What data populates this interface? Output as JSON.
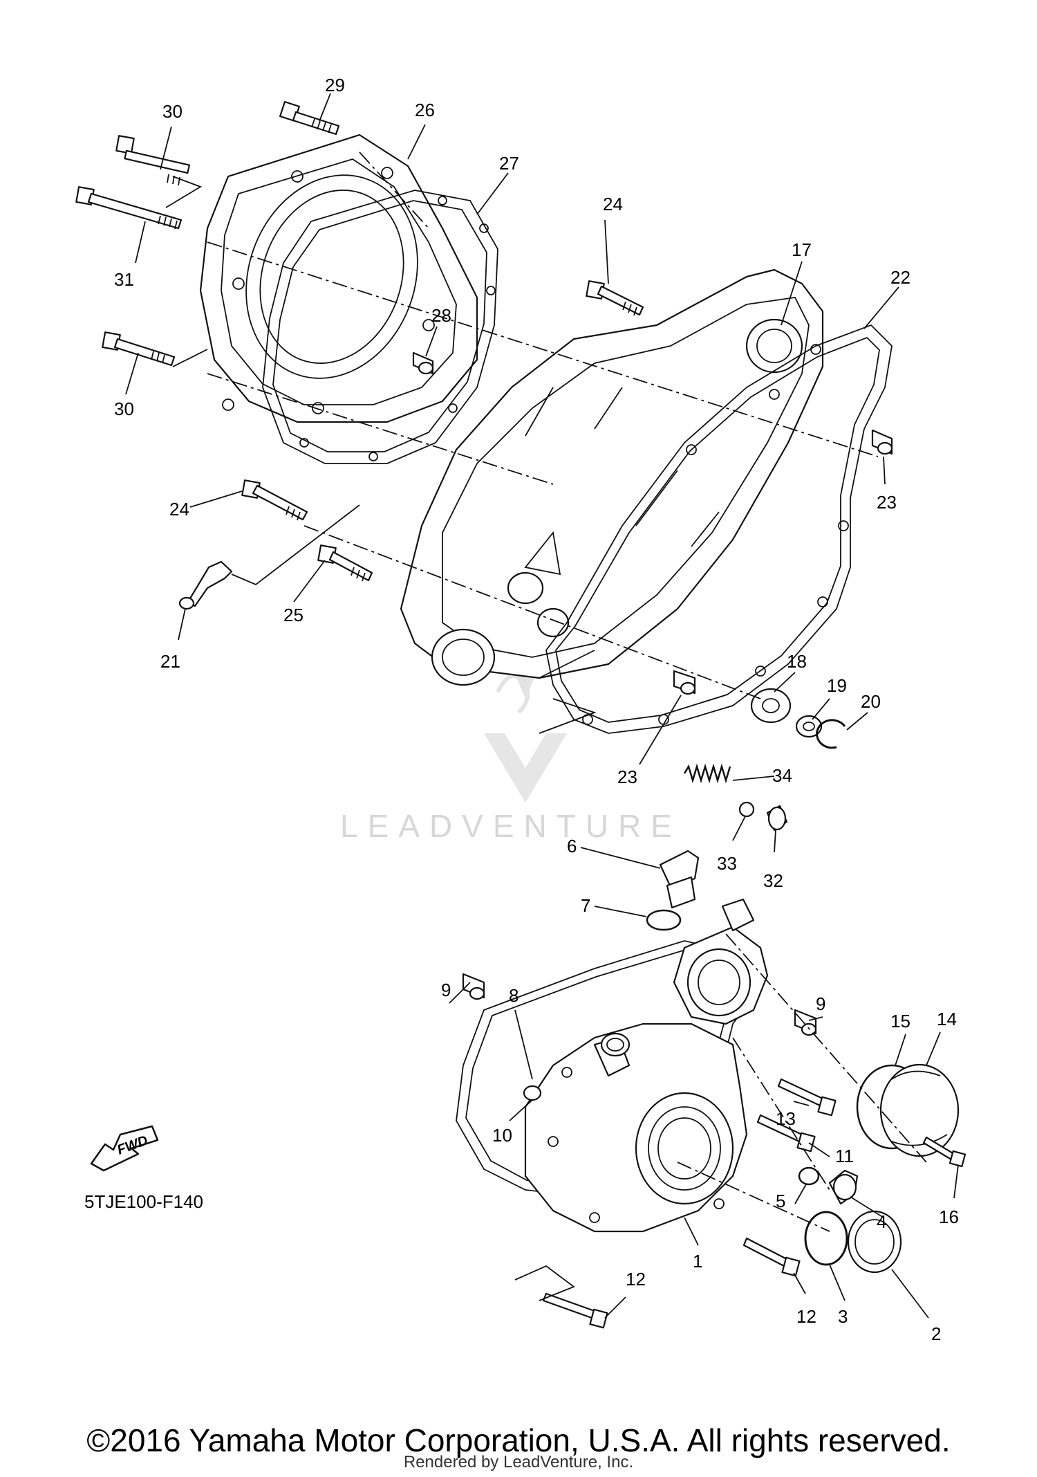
{
  "diagram": {
    "code": "5TJE100-F140",
    "watermark": "LEADVENTURE",
    "fwd_label": "FWD",
    "callouts": [
      "29",
      "30",
      "26",
      "27",
      "31",
      "28",
      "30",
      "24",
      "17",
      "22",
      "23",
      "24",
      "25",
      "21",
      "18",
      "19",
      "20",
      "23",
      "34",
      "33",
      "32",
      "6",
      "7",
      "9",
      "8",
      "9",
      "15",
      "14",
      "13",
      "10",
      "11",
      "5",
      "4",
      "16",
      "12",
      "1",
      "3",
      "2",
      "12"
    ]
  },
  "footer": {
    "copyright": "©2016 Yamaha Motor Corporation, U.S.A. All rights reserved.",
    "rendered_by": "Rendered by LeadVenture, Inc."
  }
}
